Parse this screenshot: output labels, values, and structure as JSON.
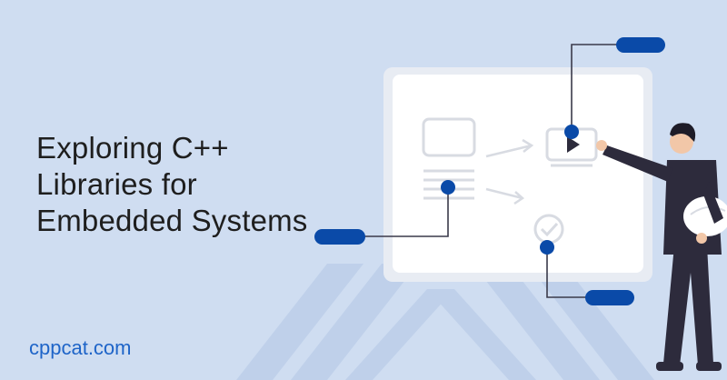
{
  "heading": {
    "line1": "Exploring C++",
    "line2": "Libraries for",
    "line3": "Embedded Systems"
  },
  "brand": {
    "site": "cppcat.com"
  },
  "colors": {
    "background": "#cfddf1",
    "accent": "#0a4aa8",
    "brand_text": "#1e64c8",
    "board": "#ffffff",
    "figure_dark": "#2d2b3c"
  },
  "icons": [
    "image-placeholder-icon",
    "video-play-icon",
    "text-lines-icon",
    "checkmark-icon",
    "arrow-icon"
  ]
}
